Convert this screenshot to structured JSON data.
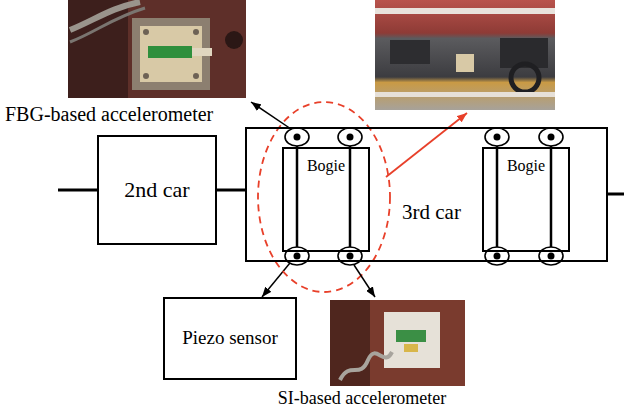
{
  "diagram": {
    "nodes": [
      {
        "text": [
          "2nd car"
        ]
      },
      {
        "text": [
          "3rd car"
        ]
      },
      {
        "text": [
          "Bogie"
        ],
        "in": 1
      },
      {
        "text": [
          "Bogie"
        ],
        "in": 1
      },
      {
        "text": [
          "Piezo sensor"
        ]
      }
    ],
    "edges": [
      {
        "from": 0,
        "to": 1,
        "arrow": "none"
      },
      {
        "from": 2,
        "to": 4,
        "arrow": "to"
      }
    ],
    "labels": [
      "FBG-based accelerometer",
      "SI-based accelerometer"
    ]
  }
}
